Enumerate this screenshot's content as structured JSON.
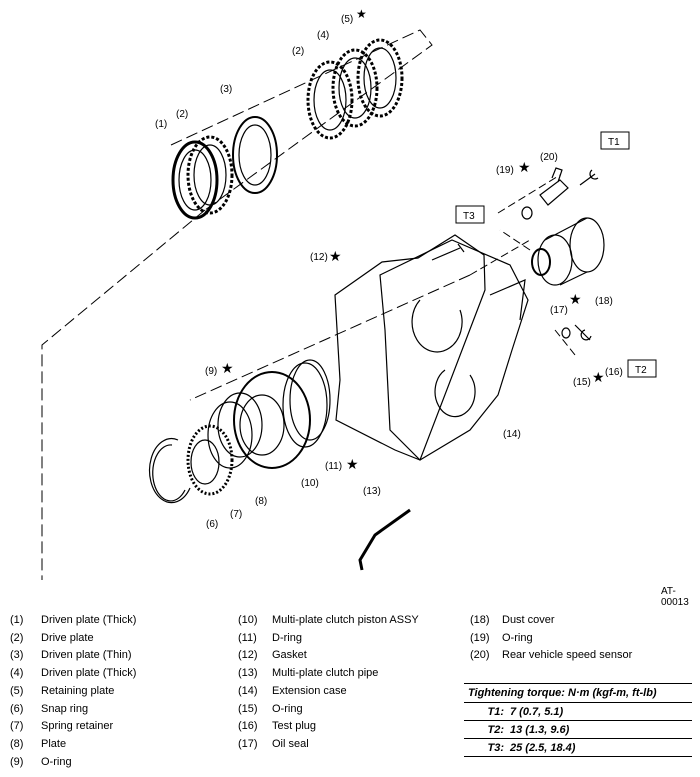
{
  "reference_id": "AT-00013",
  "callouts": {
    "c1": "(1)",
    "c2a": "(2)",
    "c3": "(3)",
    "c2b": "(2)",
    "c4": "(4)",
    "c5": "(5)",
    "c19": "(19)",
    "c20": "(20)",
    "c12": "(12)",
    "c17": "(17)",
    "c18": "(18)",
    "c15": "(15)",
    "c16": "(16)",
    "c9": "(9)",
    "c11": "(11)",
    "c14": "(14)",
    "c10": "(10)",
    "c8": "(8)",
    "c7": "(7)",
    "c6": "(6)",
    "c13": "(13)",
    "t1": "T1",
    "t2": "T2",
    "t3": "T3",
    "star": "★"
  },
  "legend": [
    {
      "num": "(1)",
      "label": "Driven plate (Thick)"
    },
    {
      "num": "(2)",
      "label": "Drive plate"
    },
    {
      "num": "(3)",
      "label": "Driven plate (Thin)"
    },
    {
      "num": "(4)",
      "label": "Driven plate (Thick)"
    },
    {
      "num": "(5)",
      "label": "Retaining plate"
    },
    {
      "num": "(6)",
      "label": "Snap ring"
    },
    {
      "num": "(7)",
      "label": "Spring retainer"
    },
    {
      "num": "(8)",
      "label": "Plate"
    },
    {
      "num": "(9)",
      "label": "O-ring"
    },
    {
      "num": "(10)",
      "label": "Multi-plate clutch piston ASSY"
    },
    {
      "num": "(11)",
      "label": "D-ring"
    },
    {
      "num": "(12)",
      "label": "Gasket"
    },
    {
      "num": "(13)",
      "label": "Multi-plate clutch pipe"
    },
    {
      "num": "(14)",
      "label": "Extension case"
    },
    {
      "num": "(15)",
      "label": "O-ring"
    },
    {
      "num": "(16)",
      "label": "Test plug"
    },
    {
      "num": "(17)",
      "label": "Oil seal"
    },
    {
      "num": "(18)",
      "label": "Dust cover"
    },
    {
      "num": "(19)",
      "label": "O-ring"
    },
    {
      "num": "(20)",
      "label": "Rear vehicle speed sensor"
    }
  ],
  "torque": {
    "heading": "Tightening torque: N·m (kgf-m, ft-lb)",
    "rows": [
      {
        "label": "T1:",
        "value": "7 (0.7, 5.1)"
      },
      {
        "label": "T2:",
        "value": "13 (1.3, 9.6)"
      },
      {
        "label": "T3:",
        "value": "25 (2.5, 18.4)"
      }
    ]
  }
}
